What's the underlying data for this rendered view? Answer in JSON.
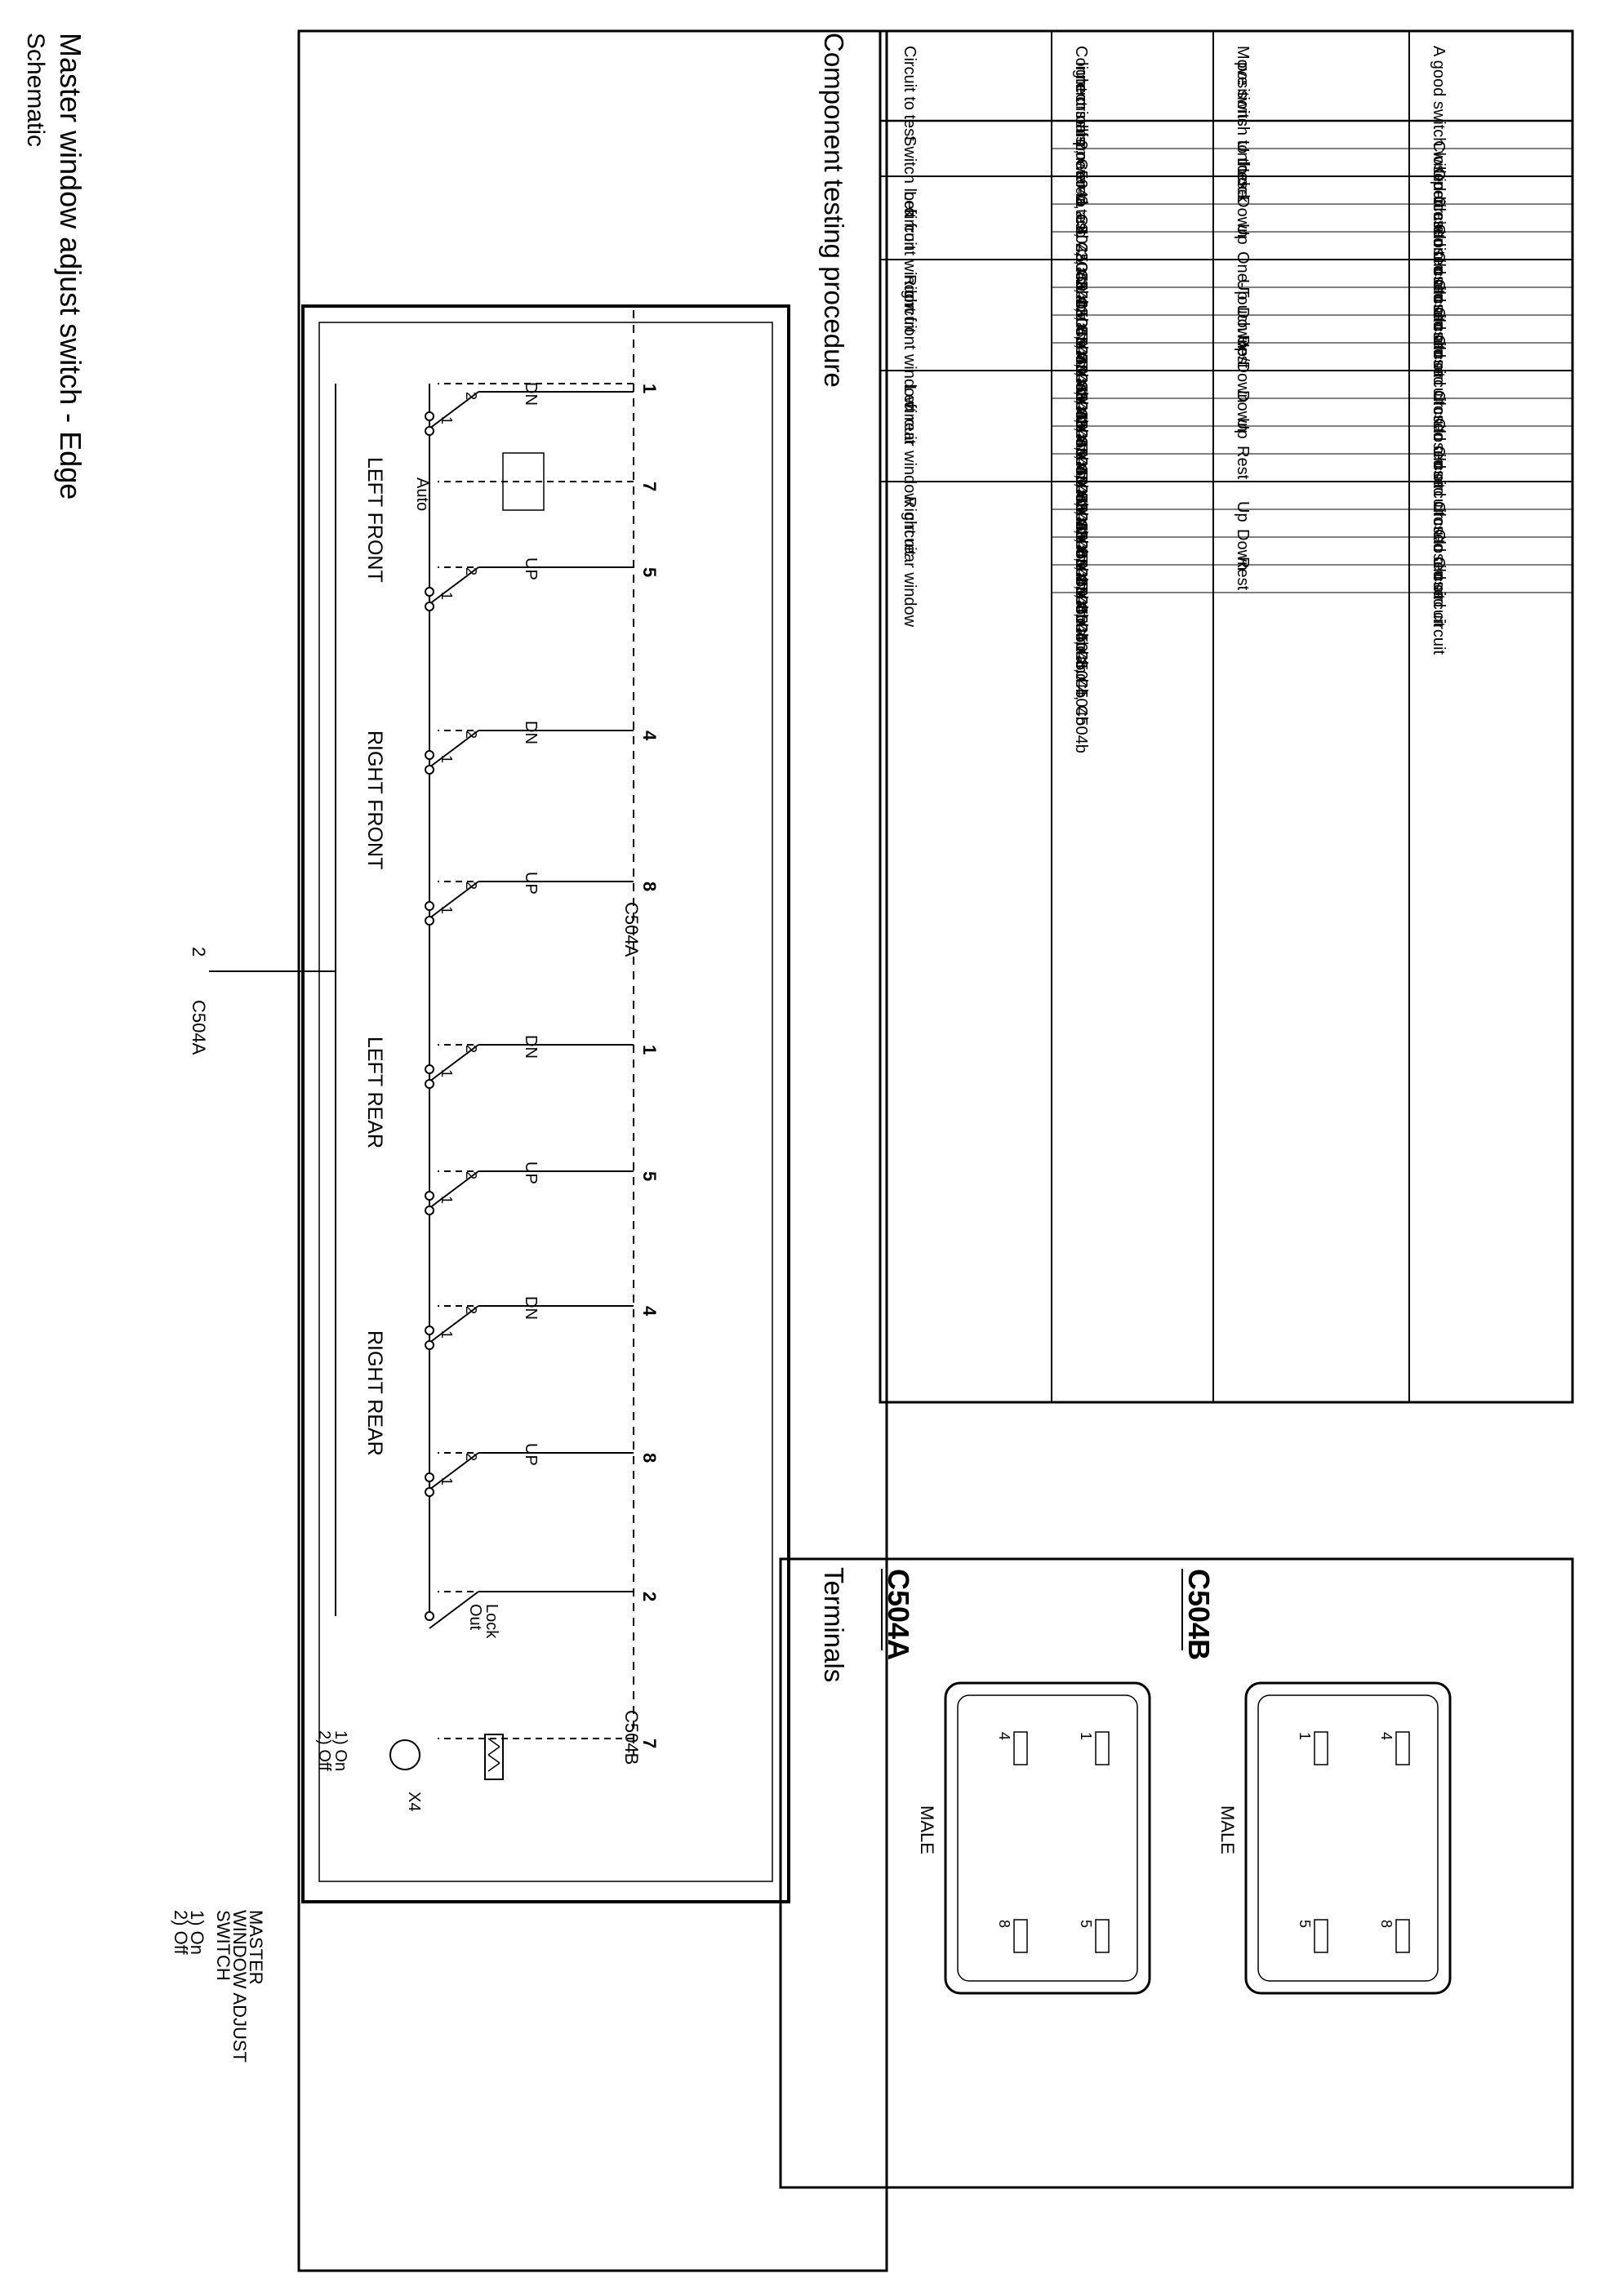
{
  "page": {
    "title": "Master window adjust switch - Edge",
    "schematic_heading": "Schematic",
    "testing_heading": "Component testing procedure",
    "terminals_heading": "Terminals"
  },
  "schematic": {
    "switch_name_lines": [
      "MASTER",
      "WINDOW ADJUST",
      "SWITCH"
    ],
    "legend_lines": [
      "1) On",
      "2) Off"
    ],
    "lamp_legend_lines": [
      "1) On",
      "2) Off"
    ],
    "lamp_count": "X4",
    "supply_pin": "2",
    "supply_connector": "C504A",
    "group_labels": [
      "LEFT FRONT",
      "RIGHT FRONT",
      "LEFT REAR",
      "RIGHT REAR"
    ],
    "switch_labels": [
      "DN",
      "UP",
      "DN",
      "UP",
      "DN",
      "UP",
      "DN",
      "UP"
    ],
    "auto_label": "Auto",
    "lock_labels": [
      "Lock",
      "Out"
    ],
    "contact_numbers": [
      "1",
      "2"
    ],
    "pins": [
      "1",
      "7",
      "5",
      "4",
      "8",
      "1",
      "5",
      "4",
      "8",
      "2",
      "7"
    ],
    "connector_labels": [
      "C504A",
      "C504B"
    ]
  },
  "table": {
    "headers": [
      "Circuit to test",
      "Connect self-powered test light or ohmmeter to terminals",
      "Move switch to these positions",
      "A good switch will indicate"
    ],
    "rows": [
      [
        "Switch lock",
        "2, C504a and 2, C504b",
        "Unlock",
        "Closed circuit"
      ],
      [
        "",
        "",
        "Lock",
        "Open circuit"
      ],
      [
        "Left front window circuit",
        "2, C504a and 1, C504a",
        "Down",
        "Closed circuit"
      ],
      [
        "",
        "2, C504a and 5, C504a",
        "Up",
        "Closed circuit"
      ],
      [
        "",
        "2, C504a and 7, C504a",
        "One-Touch Up/Down",
        "Closed circuit"
      ],
      [
        "Right front window circuit",
        "2, C504a and 8, C504a",
        "Up",
        "Closed circuit"
      ],
      [
        "",
        "2, C504a and 4, C504a",
        "Down",
        "Closed circuit"
      ],
      [
        "",
        "7, C504b and 8, C504a",
        "Rest",
        "Closed circuit"
      ],
      [
        "",
        "7, C504b and 4, C504a",
        "",
        ""
      ],
      [
        "Left rear window circuit",
        "2, C504a and 5, C504b",
        "Down",
        "Closed circuit"
      ],
      [
        "",
        "2, C504a and 1, C504b",
        "Up",
        "Closed circuit"
      ],
      [
        "",
        "7, C504b and 5, C504b",
        "Rest",
        "Closed circuit"
      ],
      [
        "",
        "7, C504b and 1, C504b",
        "",
        ""
      ],
      [
        "Right rear window circuit",
        "2, C504a and 8, C504b",
        "Up",
        "Closed circuit"
      ],
      [
        "",
        "2, C504a and 4, C504b",
        "Down",
        "Closed circuit"
      ],
      [
        "",
        "7, C504b and 8, C504b",
        "Rest",
        "Closed circuit"
      ],
      [
        "",
        "7, C504b and 4, C504b",
        "",
        ""
      ]
    ]
  },
  "terminals": {
    "c504a": {
      "name": "C504A",
      "gender": "MALE",
      "pins": [
        "1",
        "5",
        "4",
        "8"
      ]
    },
    "c504b": {
      "name": "C504B",
      "gender": "MALE",
      "pins": [
        "4",
        "8",
        "1",
        "5"
      ]
    }
  }
}
